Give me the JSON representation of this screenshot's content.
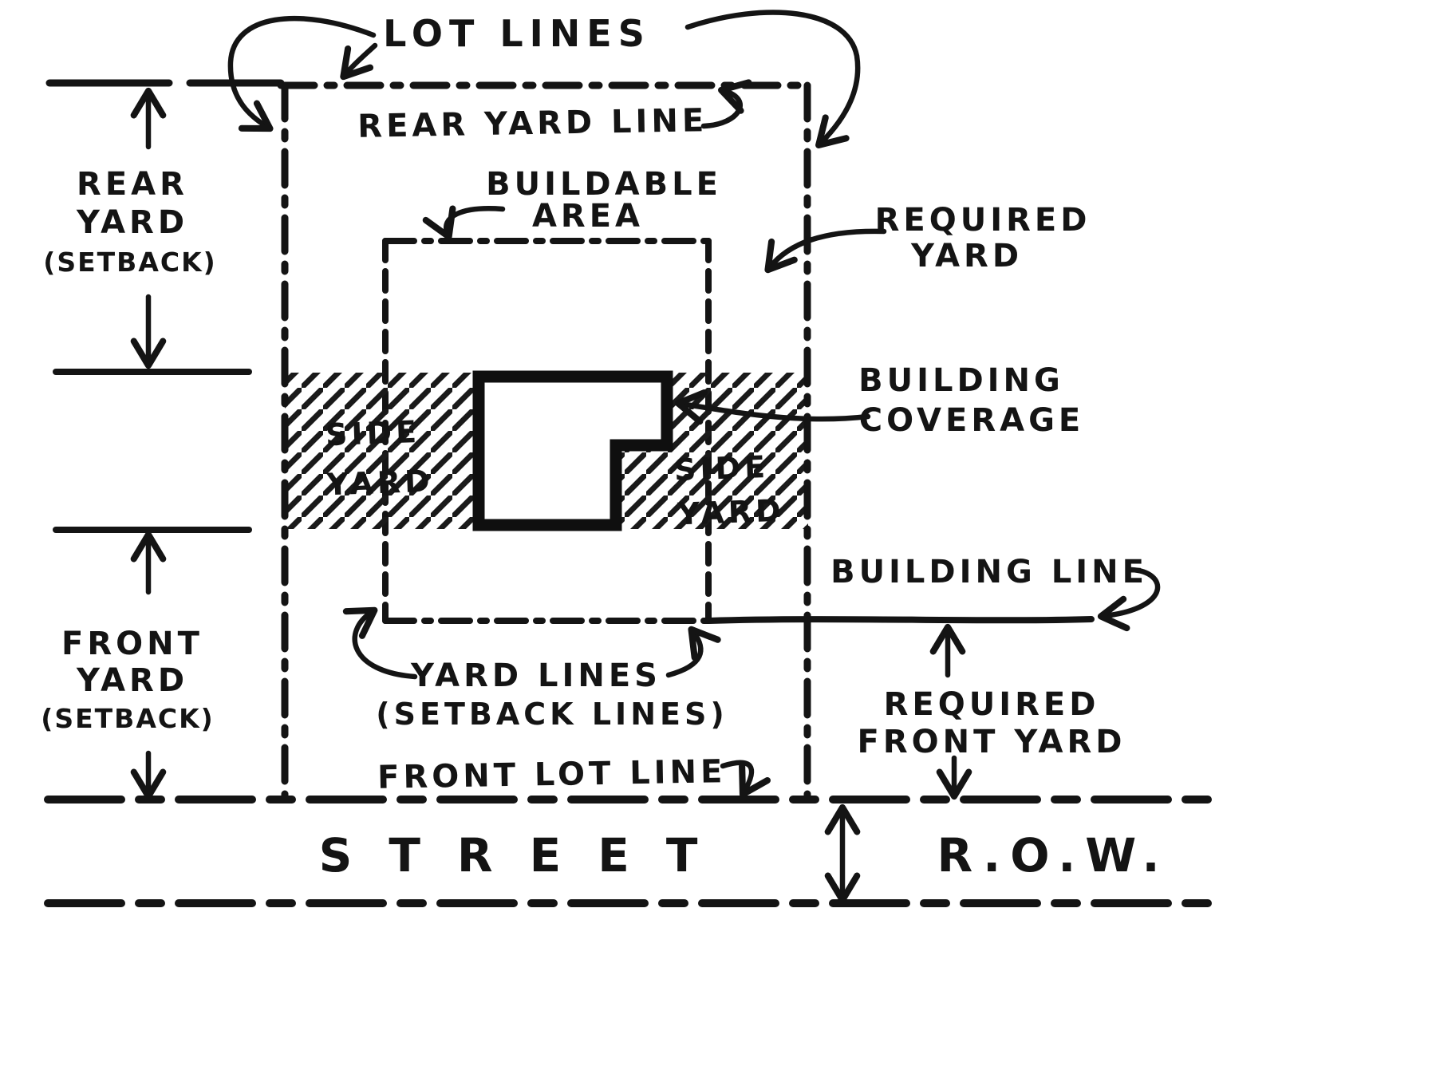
{
  "diagram": {
    "colors": {
      "ink": "#141414",
      "paper": "#ffffff"
    },
    "labels": {
      "lot_lines": "LOT LINES",
      "rear_yard_line": "REAR YARD LINE",
      "buildable_area": [
        "BUILDABLE",
        "AREA"
      ],
      "required_yard": [
        "REQUIRED",
        "YARD"
      ],
      "rear_yard_setback": [
        "REAR",
        "YARD",
        "(SETBACK)"
      ],
      "side_yard_left": [
        "SIDE",
        "YARD"
      ],
      "side_yard_right": [
        "SIDE",
        "YARD"
      ],
      "building_coverage": [
        "BUILDING",
        "COVERAGE"
      ],
      "building_line": "BUILDING LINE",
      "yard_lines": [
        "YARD LINES",
        "(SETBACK LINES)"
      ],
      "front_yard_setback": [
        "FRONT",
        "YARD",
        "(SETBACK)"
      ],
      "required_front_yard": [
        "REQUIRED",
        "FRONT YARD"
      ],
      "front_lot_line": "FRONT LOT LINE",
      "street": "STREET",
      "right_of_way": "R.O.W."
    }
  }
}
